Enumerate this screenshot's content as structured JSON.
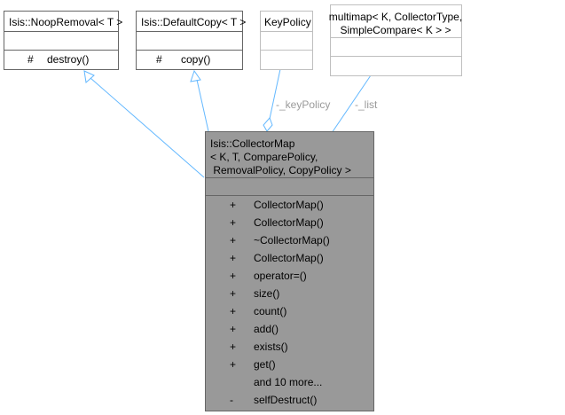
{
  "classes": {
    "noop_removal": {
      "title": "Isis::NoopRemoval< T >",
      "methods": [
        {
          "vis": "#",
          "name": "destroy()"
        }
      ]
    },
    "default_copy": {
      "title": "Isis::DefaultCopy< T >",
      "methods": [
        {
          "vis": "#",
          "name": "copy()"
        }
      ]
    },
    "key_policy": {
      "title": "KeyPolicy"
    },
    "multimap": {
      "title_line1": "multimap< K, CollectorType,",
      "title_line2": "SimpleCompare< K > >"
    },
    "collector_map": {
      "title_line1": "Isis::CollectorMap",
      "title_line2": "< K, T, ComparePolicy,",
      "title_line3": " RemovalPolicy, CopyPolicy >",
      "methods": [
        {
          "vis": "+",
          "name": "CollectorMap()"
        },
        {
          "vis": "+",
          "name": "CollectorMap()"
        },
        {
          "vis": "+",
          "name": "~CollectorMap()"
        },
        {
          "vis": "+",
          "name": "CollectorMap()"
        },
        {
          "vis": "+",
          "name": "operator=()"
        },
        {
          "vis": "+",
          "name": "size()"
        },
        {
          "vis": "+",
          "name": "count()"
        },
        {
          "vis": "+",
          "name": "add()"
        },
        {
          "vis": "+",
          "name": "exists()"
        },
        {
          "vis": "+",
          "name": "get()"
        },
        {
          "vis": "",
          "name": "and 10 more..."
        },
        {
          "vis": "-",
          "name": "selfDestruct()"
        }
      ]
    }
  },
  "edges": {
    "key_policy_label": "-_keyPolicy",
    "list_label": "-_list"
  },
  "colors": {
    "edge": "#63b8ff",
    "main_fill": "#999999"
  }
}
